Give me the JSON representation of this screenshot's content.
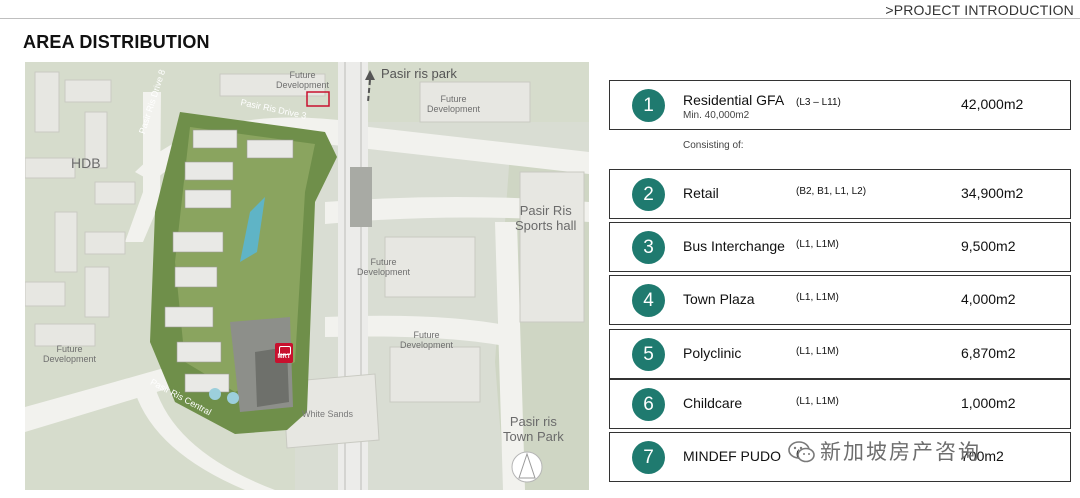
{
  "header": {
    "section": ">PROJECT INTRODUCTION",
    "title": "AREA DISTRIBUTION"
  },
  "map": {
    "labels": {
      "future_dev_1": "Future\nDevelopment",
      "future_dev_2": "Future\nDevelopment",
      "future_dev_3": "Future\nDevelopment",
      "future_dev_4": "Future\nDevelopment",
      "future_dev_5": "Future\nDevelopment",
      "pasir_ris_park": "Pasir ris park",
      "hdb": "HDB",
      "sports_hall": "Pasir Ris\nSports hall",
      "town_park": "Pasir ris\nTown Park",
      "white_sands": "White Sands",
      "road_drive8": "Pasir Ris Drive 8",
      "road_drive3": "Pasir Ris Drive 3",
      "road_central": "Pasir Ris Central",
      "mrt": "MRT"
    },
    "colors": {
      "ground": "#d6dccc",
      "road": "#f2f2ee",
      "building": "#e7e7e2",
      "greenery": "#6f8f4a",
      "accent": "#c8102e"
    }
  },
  "area_list": {
    "consisting_label": "Consisting of:",
    "rows": [
      {
        "num": "1",
        "name": "Residential GFA",
        "sub": "Min. 40,000m2",
        "levels": "(L3 – L11)",
        "size": "42,000m2"
      },
      {
        "num": "2",
        "name": "Retail",
        "sub": "",
        "levels": "(B2, B1, L1, L2)",
        "size": "34,900m2"
      },
      {
        "num": "3",
        "name": "Bus Interchange",
        "sub": "",
        "levels": "(L1, L1M)",
        "size": "9,500m2"
      },
      {
        "num": "4",
        "name": "Town Plaza",
        "sub": "",
        "levels": "(L1, L1M)",
        "size": "4,000m2"
      },
      {
        "num": "5",
        "name": "Polyclinic",
        "sub": "",
        "levels": "(L1, L1M)",
        "size": "6,870m2"
      },
      {
        "num": "6",
        "name": "Childcare",
        "sub": "",
        "levels": "(L1, L1M)",
        "size": "1,000m2"
      },
      {
        "num": "7",
        "name": "MINDEF PUDO",
        "sub": "",
        "levels": "(L1)",
        "size": "700m2"
      }
    ],
    "number_color": "#1f7a6f"
  },
  "watermark": "新加坡房产咨询"
}
